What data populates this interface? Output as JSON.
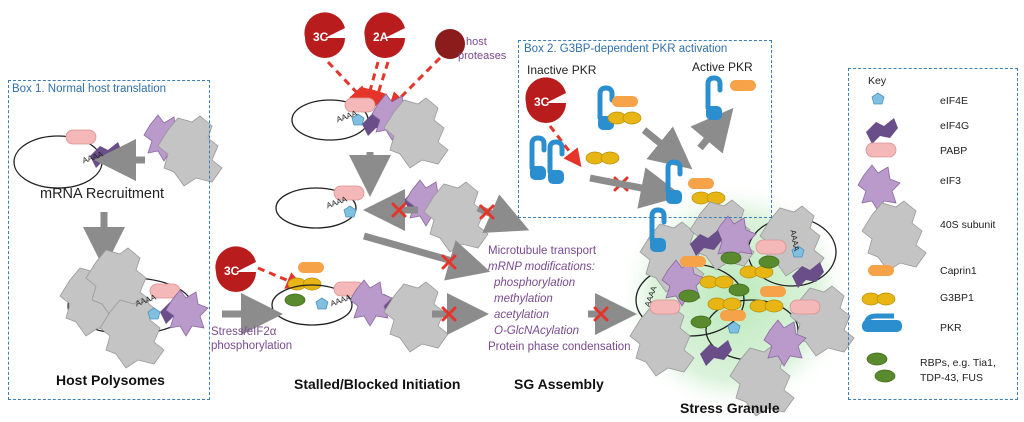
{
  "box1": {
    "title": "Box 1. Normal host translation"
  },
  "box2": {
    "title": "Box 2. G3BP-dependent PKR activation",
    "inactive_label": "Inactive PKR",
    "active_label": "Active PKR"
  },
  "enzymes": {
    "c3": "3C",
    "a2": "2A",
    "host_proteases": [
      "host",
      "proteases"
    ]
  },
  "labels": {
    "mrna_recruitment": "mRNA Recruitment",
    "host_polysomes": "Host Polysomes",
    "stalled": "Stalled/Blocked Initiation",
    "sg_assembly": "SG Assembly",
    "stress_granule": "Stress Granule",
    "stress_eif2a": [
      "Stress/eIF2α",
      "phosphorylation"
    ],
    "polyA": "AAAA"
  },
  "mechanisms": [
    "Microtubule transport",
    "mRNP modifications:",
    "phosphorylation",
    "methylation",
    "acetylation",
    "O-GlcNAcylation",
    "Protein phase condensation"
  ],
  "key": {
    "title": "Key",
    "items": [
      "eIF4E",
      "eIF4G",
      "PABP",
      "eIF3",
      "40S subunit",
      "Caprin1",
      "G3BP1",
      "PKR",
      "RBPs, e.g. Tia1,",
      "TDP-43, FUS"
    ]
  },
  "colors": {
    "eif4e": "#7fbfe0",
    "eif4g": "#6a4e8a",
    "pabp": "#f4b8b8",
    "eif3": "#b99acb",
    "ribosome": "#c4c4c4",
    "caprin1": "#f6a248",
    "g3bp1": "#e8b614",
    "pkr": "#2b8fcf",
    "rbp": "#5a8a2e",
    "protease": "#b81c1c",
    "arrow": "#8c8c8c",
    "red_arrow": "#e5352b",
    "box": "#3d7fb5",
    "purple_text": "#7a4a8f"
  }
}
